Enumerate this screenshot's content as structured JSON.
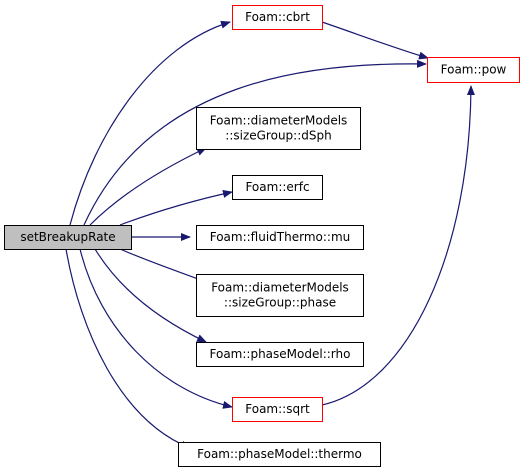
{
  "colors": {
    "edge": "#191970",
    "normal_border": "#000000",
    "highlight_border": "#ff0000",
    "root_fill": "#bfbfbf",
    "node_fill": "#ffffff",
    "text": "#000000"
  },
  "nodes": {
    "setBreakupRate": {
      "lines": [
        "setBreakupRate"
      ],
      "border": "normal",
      "fill": "root"
    },
    "cbrt": {
      "lines": [
        "Foam::cbrt"
      ],
      "border": "highlight"
    },
    "pow": {
      "lines": [
        "Foam::pow"
      ],
      "border": "highlight"
    },
    "dSph": {
      "lines": [
        "Foam::diameterModels",
        "::sizeGroup::dSph"
      ],
      "border": "normal"
    },
    "erfc": {
      "lines": [
        "Foam::erfc"
      ],
      "border": "normal"
    },
    "mu": {
      "lines": [
        "Foam::fluidThermo::mu"
      ],
      "border": "normal"
    },
    "phase": {
      "lines": [
        "Foam::diameterModels",
        "::sizeGroup::phase"
      ],
      "border": "normal"
    },
    "rho": {
      "lines": [
        "Foam::phaseModel::rho"
      ],
      "border": "normal"
    },
    "sqrt": {
      "lines": [
        "Foam::sqrt"
      ],
      "border": "highlight"
    },
    "thermo": {
      "lines": [
        "Foam::phaseModel::thermo"
      ],
      "border": "normal"
    }
  },
  "edges": [
    {
      "from": "setBreakupRate",
      "to": "cbrt"
    },
    {
      "from": "setBreakupRate",
      "to": "pow"
    },
    {
      "from": "setBreakupRate",
      "to": "dSph"
    },
    {
      "from": "setBreakupRate",
      "to": "erfc"
    },
    {
      "from": "setBreakupRate",
      "to": "mu"
    },
    {
      "from": "setBreakupRate",
      "to": "phase"
    },
    {
      "from": "setBreakupRate",
      "to": "rho"
    },
    {
      "from": "setBreakupRate",
      "to": "sqrt"
    },
    {
      "from": "setBreakupRate",
      "to": "thermo"
    },
    {
      "from": "cbrt",
      "to": "pow"
    },
    {
      "from": "sqrt",
      "to": "pow"
    }
  ]
}
